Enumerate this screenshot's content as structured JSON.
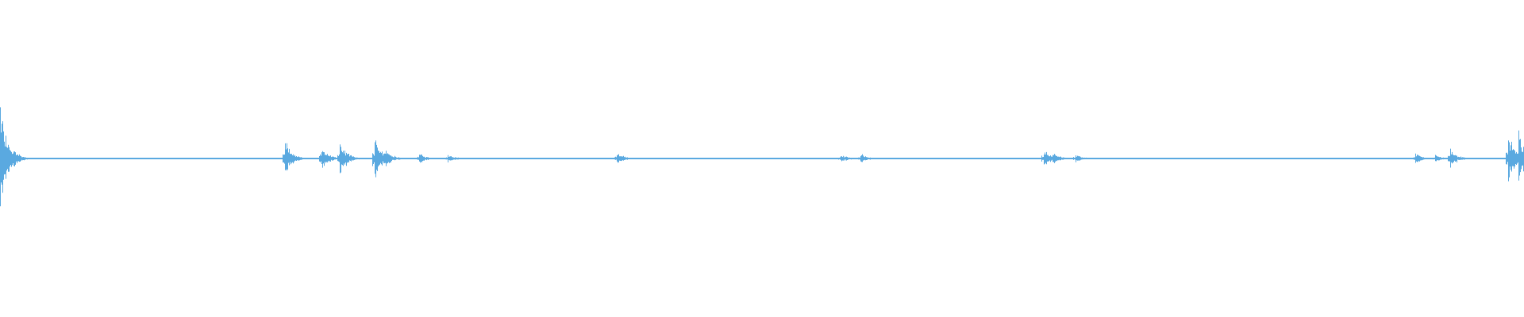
{
  "waveform": {
    "color": "#5aa9e0",
    "background": "#ffffff",
    "duration_fraction_events": [
      {
        "t": 0.0,
        "amp": 0.58
      },
      {
        "t": 0.004,
        "amp": 0.24
      },
      {
        "t": 0.009,
        "amp": 0.1
      },
      {
        "t": 0.187,
        "amp": 0.21
      },
      {
        "t": 0.211,
        "amp": 0.14
      },
      {
        "t": 0.223,
        "amp": 0.2
      },
      {
        "t": 0.246,
        "amp": 0.28
      },
      {
        "t": 0.253,
        "amp": 0.1
      },
      {
        "t": 0.275,
        "amp": 0.06
      },
      {
        "t": 0.294,
        "amp": 0.05
      },
      {
        "t": 0.405,
        "amp": 0.07
      },
      {
        "t": 0.552,
        "amp": 0.05
      },
      {
        "t": 0.565,
        "amp": 0.06
      },
      {
        "t": 0.685,
        "amp": 0.11
      },
      {
        "t": 0.691,
        "amp": 0.07
      },
      {
        "t": 0.706,
        "amp": 0.05
      },
      {
        "t": 0.929,
        "amp": 0.06
      },
      {
        "t": 0.942,
        "amp": 0.05
      },
      {
        "t": 0.952,
        "amp": 0.12
      },
      {
        "t": 0.99,
        "amp": 0.35
      },
      {
        "t": 0.997,
        "amp": 0.3
      }
    ],
    "baseline_amplitude": 0.006
  }
}
